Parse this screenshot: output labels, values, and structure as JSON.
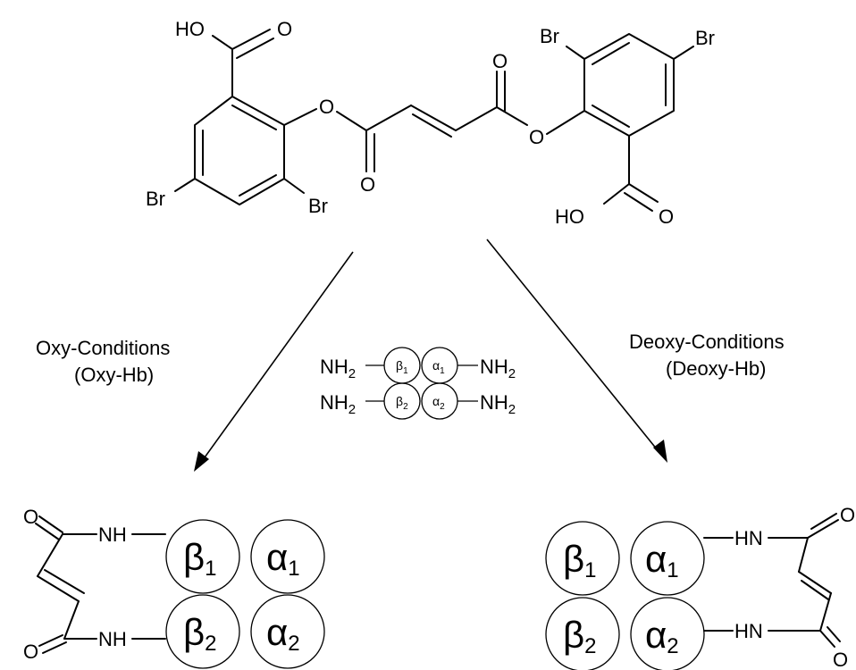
{
  "reagent": {
    "left_acid": "HO",
    "left_acid_o": "O",
    "ester_o_left": "O",
    "carbonyl_o_left": "O",
    "br_left_para": "Br",
    "br_left_ortho": "Br",
    "carbonyl_o_right": "O",
    "ester_o_right": "O",
    "br_right_ortho": "Br",
    "br_right_para": "Br",
    "right_acid": "HO",
    "right_acid_o": "O"
  },
  "conditions": {
    "oxy_line1": "Oxy-Conditions",
    "oxy_line2": "(Oxy-Hb)",
    "deoxy_line1": "Deoxy-Conditions",
    "deoxy_line2": "(Deoxy-Hb)"
  },
  "tetramer": {
    "nh2": "NH",
    "nh2_sub": "2",
    "beta": "β",
    "alpha": "α",
    "sub1": "1",
    "sub2": "2"
  },
  "product_oxy": {
    "carbonyl_top": "O",
    "carbonyl_bottom": "O",
    "nh_top": "NH",
    "nh_bottom": "NH"
  },
  "product_deoxy": {
    "carbonyl_top": "O",
    "carbonyl_bottom": "O",
    "hn_top": "HN",
    "hn_bottom": "HN"
  }
}
